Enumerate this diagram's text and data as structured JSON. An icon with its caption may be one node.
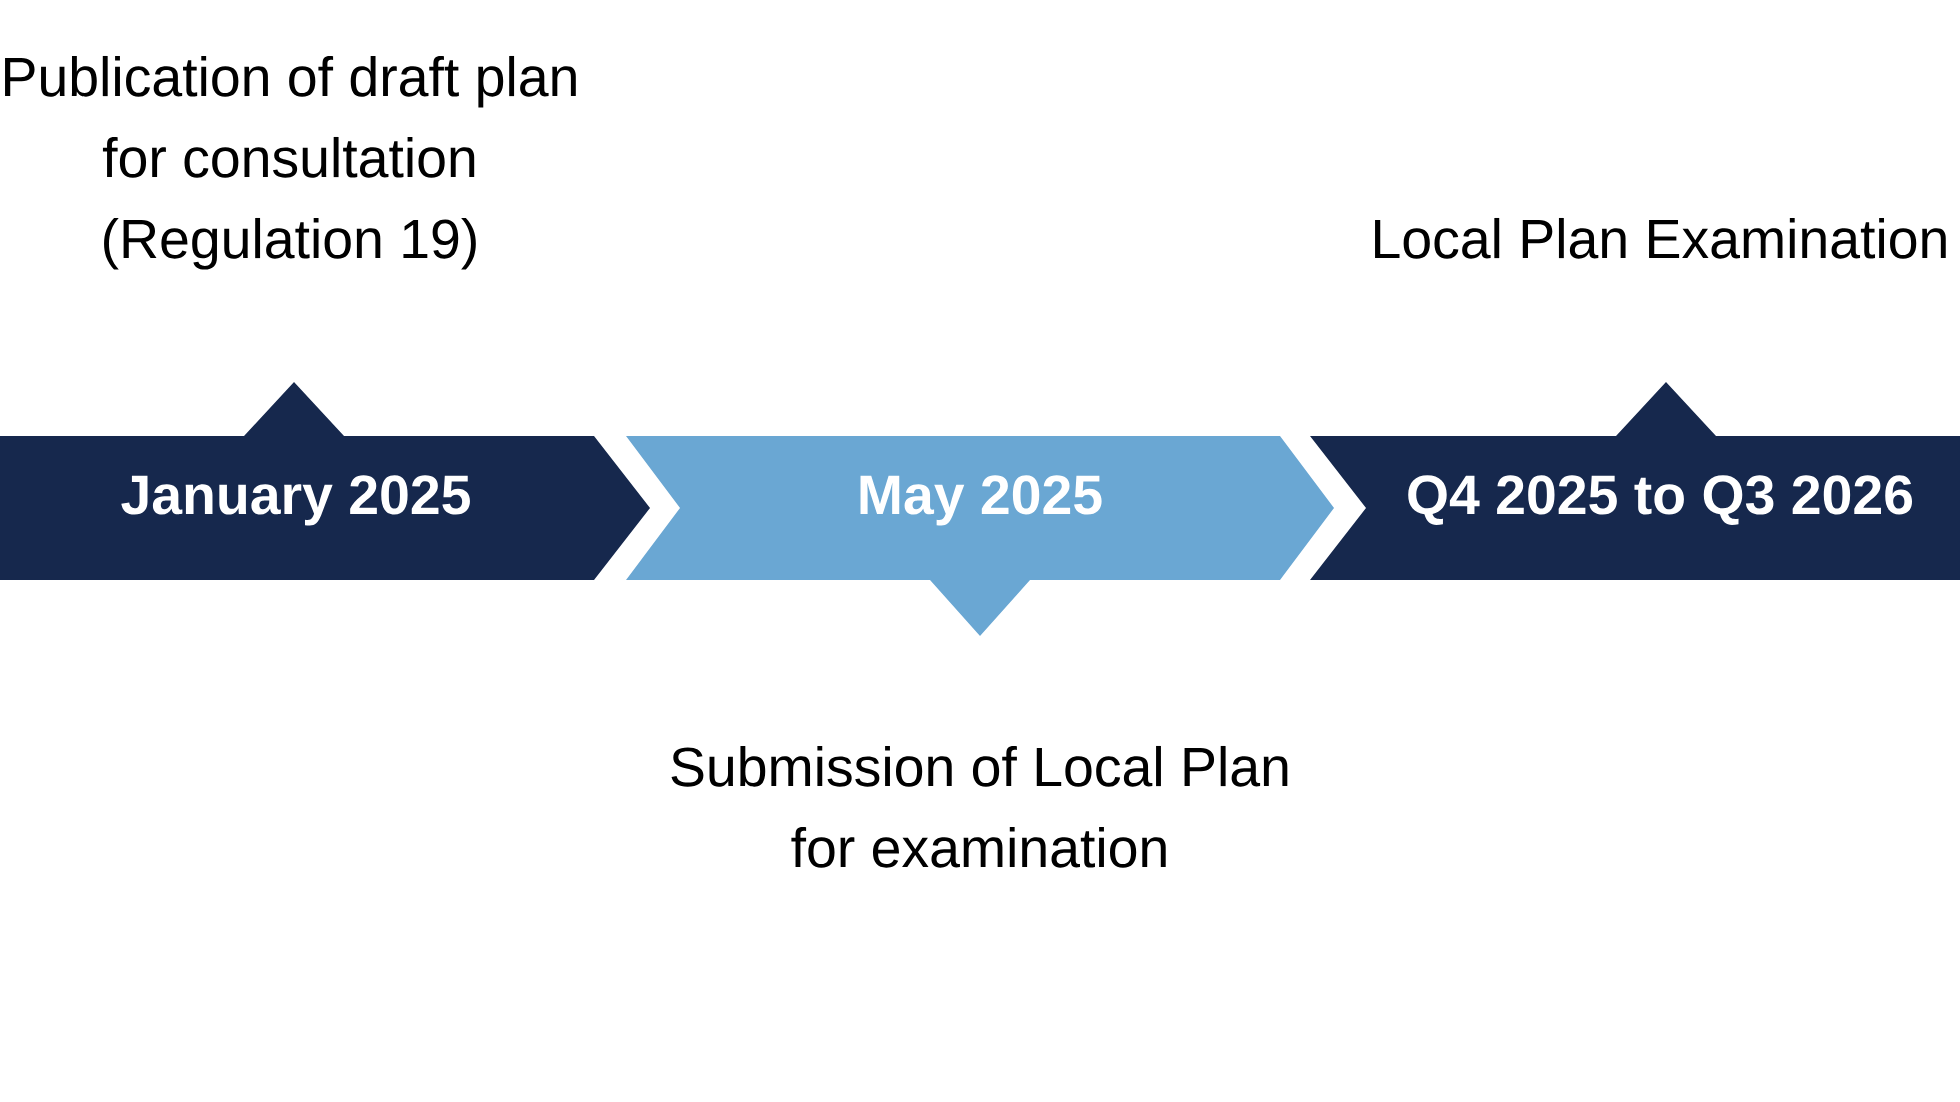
{
  "diagram": {
    "nodes": [
      {
        "text": [
          "January 2025"
        ],
        "beside": [
          "Publication of draft plan for consultation (Regulation 19)"
        ]
      },
      {
        "text": [
          "May 2025"
        ],
        "beside": [
          "Submission of Local Plan for examination"
        ]
      },
      {
        "text": [
          "Q4 2025 to Q3 2026"
        ],
        "beside": [
          "Local Plan Examination"
        ]
      }
    ]
  }
}
